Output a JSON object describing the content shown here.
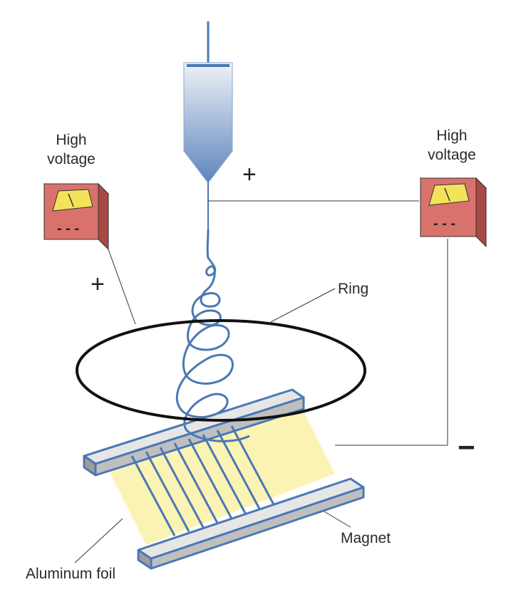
{
  "labels": {
    "hv_left_line1": "High",
    "hv_left_line2": "voltage",
    "hv_right_line1": "High",
    "hv_right_line2": "voltage",
    "plus_needle": "+",
    "plus_left": "+",
    "minus_right": "−",
    "meter_left_dashes": "- - -",
    "meter_right_dashes": "- - -",
    "ring": "Ring",
    "magnet": "Magnet",
    "aluminum_foil": "Aluminum foil"
  },
  "colors": {
    "syringe_top": "#eef2f8",
    "syringe_bottom": "#5f86bd",
    "fiber": "#4a78b5",
    "meter_box": "#d9726c",
    "meter_face": "#f2e35a",
    "foil": "#faf3b3",
    "magnet_fill": "#c9c9c9",
    "magnet_edge": "#4a78b5",
    "ring": "#111111",
    "wire": "#333333"
  }
}
